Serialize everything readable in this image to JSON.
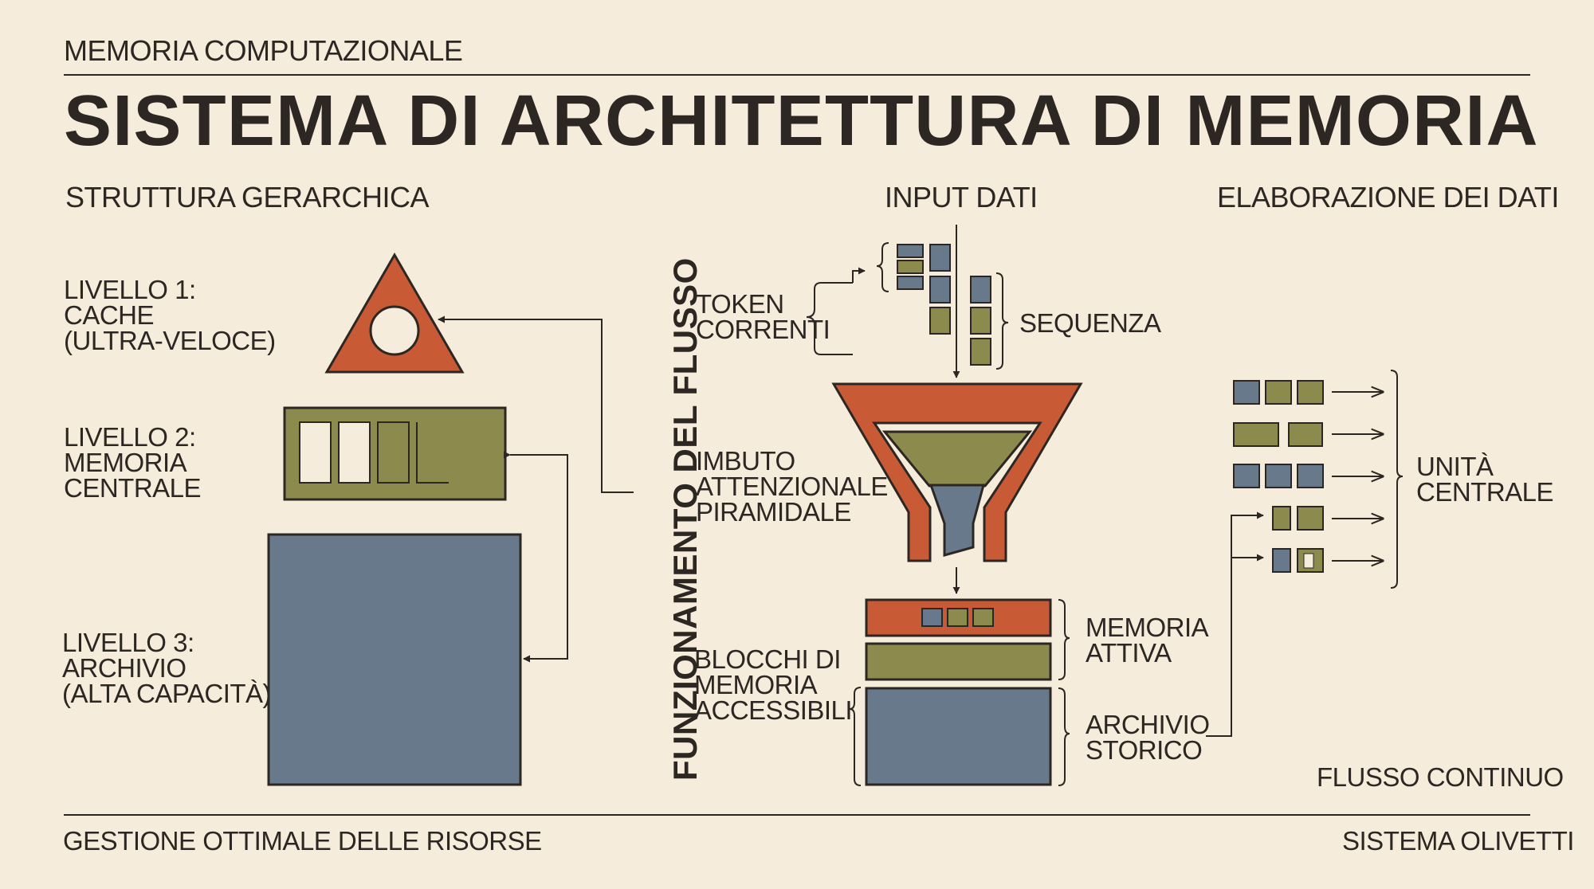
{
  "header": {
    "kicker": "MEMORIA COMPUTAZIONALE",
    "title": "SISTEMA DI ARCHITETTURA DI MEMORIA"
  },
  "sections": {
    "hierarchy": "STRUTTURA GERARCHICA",
    "input": "INPUT DATI",
    "processing": "ELABORAZIONE DEI DATI",
    "flow_vertical": "FUNZIONAMENTO DEL FLUSSO"
  },
  "levels": [
    {
      "label": "LIVELLO 1:\nCACHE\n(ULTRA-VELOCE)"
    },
    {
      "label": "LIVELLO 2:\nMEMORIA\nCENTRALE"
    },
    {
      "label": "LIVELLO 3:\nARCHIVIO\n(ALTA CAPACITÀ)"
    }
  ],
  "flow": {
    "tokens": "TOKEN\nCORRENTI",
    "sequence": "SEQUENZA",
    "funnel": "IMBUTO\nATTENZIONALE\nPIRAMIDALE",
    "blocks": "BLOCCHI DI\nMEMORIA\nACCESSIBILI",
    "active_memory": "MEMORIA\nATTIVA",
    "historical_archive": "ARCHIVIO\nSTORICO"
  },
  "processing": {
    "central_unit": "UNITÀ\nCENTRALE",
    "continuous_flow": "FLUSSO CONTINUO"
  },
  "footer": {
    "left": "GESTIONE OTTIMALE DELLE RISORSE",
    "right": "SISTEMA OLIVETTI"
  },
  "colors": {
    "background": "#f6ecdb",
    "ink": "#2c2722",
    "orange": "#c85a36",
    "olive": "#8d8a4d",
    "slate": "#67798a"
  }
}
